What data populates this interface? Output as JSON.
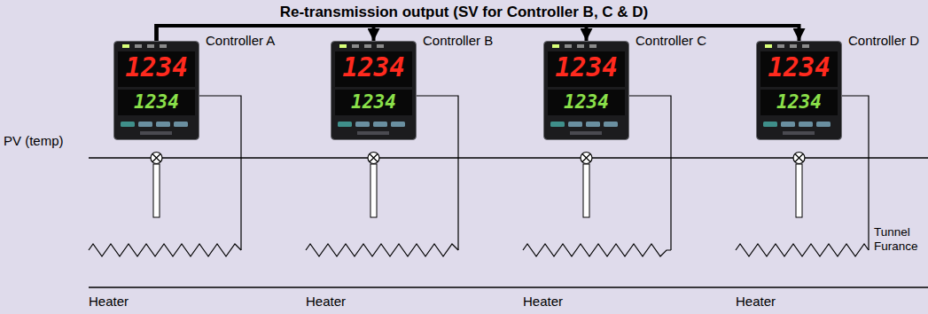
{
  "diagram": {
    "title": "Re-transmission output (SV for Controller B, C & D)",
    "nodes": [
      {
        "text": [
          "Controller A",
          "1234",
          "1234"
        ]
      },
      {
        "text": [
          "Controller B",
          "1234",
          "1234"
        ]
      },
      {
        "text": [
          "Controller C",
          "1234",
          "1234"
        ]
      },
      {
        "text": [
          "Controller D",
          "1234",
          "1234"
        ]
      }
    ],
    "edges": [
      {
        "from": 0,
        "to": 1,
        "arrow": "to"
      },
      {
        "from": 0,
        "to": 2,
        "arrow": "to"
      },
      {
        "from": 0,
        "to": 3,
        "arrow": "to"
      }
    ],
    "labels": [
      "PV (temp)",
      "Tunnel Furance",
      "Heater",
      "Heater",
      "Heater",
      "Heater"
    ]
  }
}
